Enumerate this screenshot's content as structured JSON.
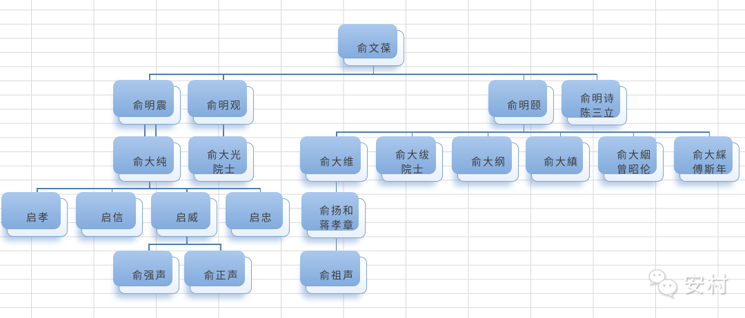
{
  "diagram": {
    "type": "org-chart-family-tree",
    "nodes": [
      {
        "name": "yu-wenbao",
        "lines": [
          "俞文葆"
        ]
      },
      {
        "name": "yu-mingzhen",
        "lines": [
          "俞明震"
        ]
      },
      {
        "name": "yu-mingguan",
        "lines": [
          "俞明观"
        ]
      },
      {
        "name": "yu-mingyi",
        "lines": [
          "俞明颐"
        ]
      },
      {
        "name": "yu-mingshi",
        "lines": [
          "俞明诗",
          "陈三立"
        ]
      },
      {
        "name": "yu-dachun",
        "lines": [
          "俞大纯"
        ]
      },
      {
        "name": "yu-daguang",
        "lines": [
          "俞大光",
          "院士"
        ]
      },
      {
        "name": "yu-dawei",
        "lines": [
          "俞大维"
        ]
      },
      {
        "name": "yu-dafu",
        "lines": [
          "俞大绂",
          "院士"
        ]
      },
      {
        "name": "yu-dagang",
        "lines": [
          "俞大纲"
        ]
      },
      {
        "name": "yu-dazhen",
        "lines": [
          "俞大縝"
        ]
      },
      {
        "name": "yu-dayin",
        "lines": [
          "俞大絪",
          "曾昭伦"
        ]
      },
      {
        "name": "yu-dacai",
        "lines": [
          "俞大綵",
          "傅斯年"
        ]
      },
      {
        "name": "qi-xiao",
        "lines": [
          "启孝"
        ]
      },
      {
        "name": "qi-xin",
        "lines": [
          "启信"
        ]
      },
      {
        "name": "qi-wei",
        "lines": [
          "启威"
        ]
      },
      {
        "name": "qi-zhong",
        "lines": [
          "启忠"
        ]
      },
      {
        "name": "yu-yanghe",
        "lines": [
          "俞扬和",
          "蒋孝章"
        ]
      },
      {
        "name": "yu-qiangsheng",
        "lines": [
          "俞强声"
        ]
      },
      {
        "name": "yu-zhengsheng",
        "lines": [
          "俞正声"
        ]
      },
      {
        "name": "yu-zusheng",
        "lines": [
          "俞祖声"
        ]
      }
    ],
    "edges": [
      [
        "yu-wenbao",
        "yu-mingzhen"
      ],
      [
        "yu-wenbao",
        "yu-mingguan"
      ],
      [
        "yu-wenbao",
        "yu-mingyi"
      ],
      [
        "yu-wenbao",
        "yu-mingshi"
      ],
      [
        "yu-mingzhen",
        "yu-dachun"
      ],
      [
        "yu-mingguan",
        "yu-daguang"
      ],
      [
        "yu-mingyi",
        "yu-dawei"
      ],
      [
        "yu-mingyi",
        "yu-dafu"
      ],
      [
        "yu-mingyi",
        "yu-dagang"
      ],
      [
        "yu-mingyi",
        "yu-dazhen"
      ],
      [
        "yu-mingyi",
        "yu-dayin"
      ],
      [
        "yu-mingyi",
        "yu-dacai"
      ],
      [
        "yu-dachun",
        "qi-xiao"
      ],
      [
        "yu-dachun",
        "qi-xin"
      ],
      [
        "yu-dachun",
        "qi-wei"
      ],
      [
        "yu-dachun",
        "qi-zhong"
      ],
      [
        "yu-dawei",
        "yu-yanghe"
      ],
      [
        "qi-wei",
        "yu-qiangsheng"
      ],
      [
        "qi-wei",
        "yu-zhengsheng"
      ],
      [
        "yu-yanghe",
        "yu-zusheng"
      ]
    ],
    "colors": {
      "node_border": "#7ba3d2",
      "node_accent": "#8fb5e2",
      "connector": "#4d7dae",
      "gridline": "#d8d8d8",
      "text": "#3d3d3d"
    }
  },
  "watermark": {
    "icon": "wechat-icon",
    "text": "安村"
  }
}
